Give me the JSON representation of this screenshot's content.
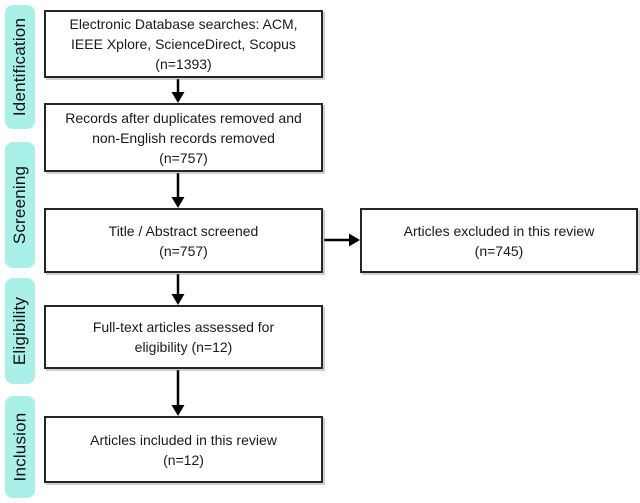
{
  "stages": [
    {
      "label": "Identification"
    },
    {
      "label": "Screening"
    },
    {
      "label": "Eligibility"
    },
    {
      "label": "Inclusion"
    }
  ],
  "boxes": {
    "search": {
      "lines": [
        "Electronic Database searches: ACM,",
        "IEEE Xplore, ScienceDirect, Scopus",
        "(n=1393)"
      ]
    },
    "dedup": {
      "lines": [
        "Records after duplicates removed and",
        "non-English records removed",
        "(n=757)"
      ]
    },
    "screened": {
      "lines": [
        "Title / Abstract screened",
        "(n=757)"
      ]
    },
    "excluded": {
      "lines": [
        "Articles excluded in this review",
        "(n=745)"
      ]
    },
    "fulltext": {
      "lines": [
        "Full-text articles assessed for",
        "eligibility (n=12)"
      ]
    },
    "included": {
      "lines": [
        "Articles included in this review",
        "(n=12)"
      ]
    }
  },
  "counts": {
    "searched": 1393,
    "after_dedup": 757,
    "screened": 757,
    "excluded": 745,
    "fulltext_assessed": 12,
    "included": 12
  },
  "colors": {
    "stage_fill": "#a9f0e9",
    "box_fill": "#ffffff",
    "box_border": "#262626",
    "arrow": "#000000",
    "text": "#1a1a1a"
  }
}
